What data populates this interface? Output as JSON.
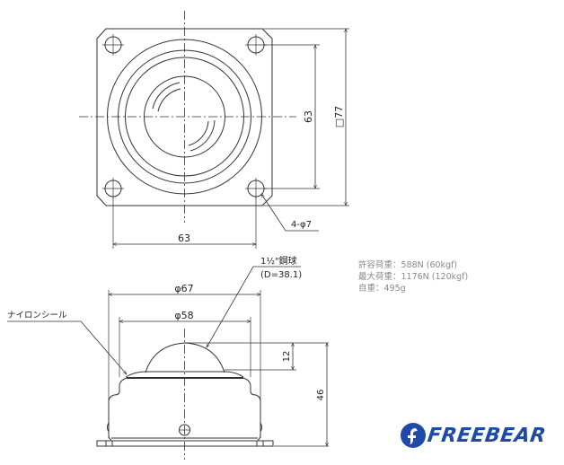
{
  "top_view": {
    "dim_hole_spacing_horizontal": "63",
    "dim_hole_spacing_vertical": "63",
    "dim_plate_size": "□77",
    "hole_callout": "4-φ7"
  },
  "side_view": {
    "dim_outer_diameter": "φ67",
    "dim_inner_diameter": "φ58",
    "dim_ball_protrusion": "12",
    "dim_total_height": "46",
    "ball_label_line1": "1½\"鋼球",
    "ball_label_line2": "(D=38.1)",
    "seal_label": "ナイロンシール"
  },
  "specs": {
    "allowable_load": "許容荷重：588N (60kgf)",
    "max_load": "最大荷重：1176N (120kgf)",
    "weight": "自重：495g"
  },
  "brand": {
    "name": "FREEBEAR",
    "color": "#1f4aa8"
  },
  "colors": {
    "line": "#333333",
    "text_gray": "#8a8a8a"
  }
}
